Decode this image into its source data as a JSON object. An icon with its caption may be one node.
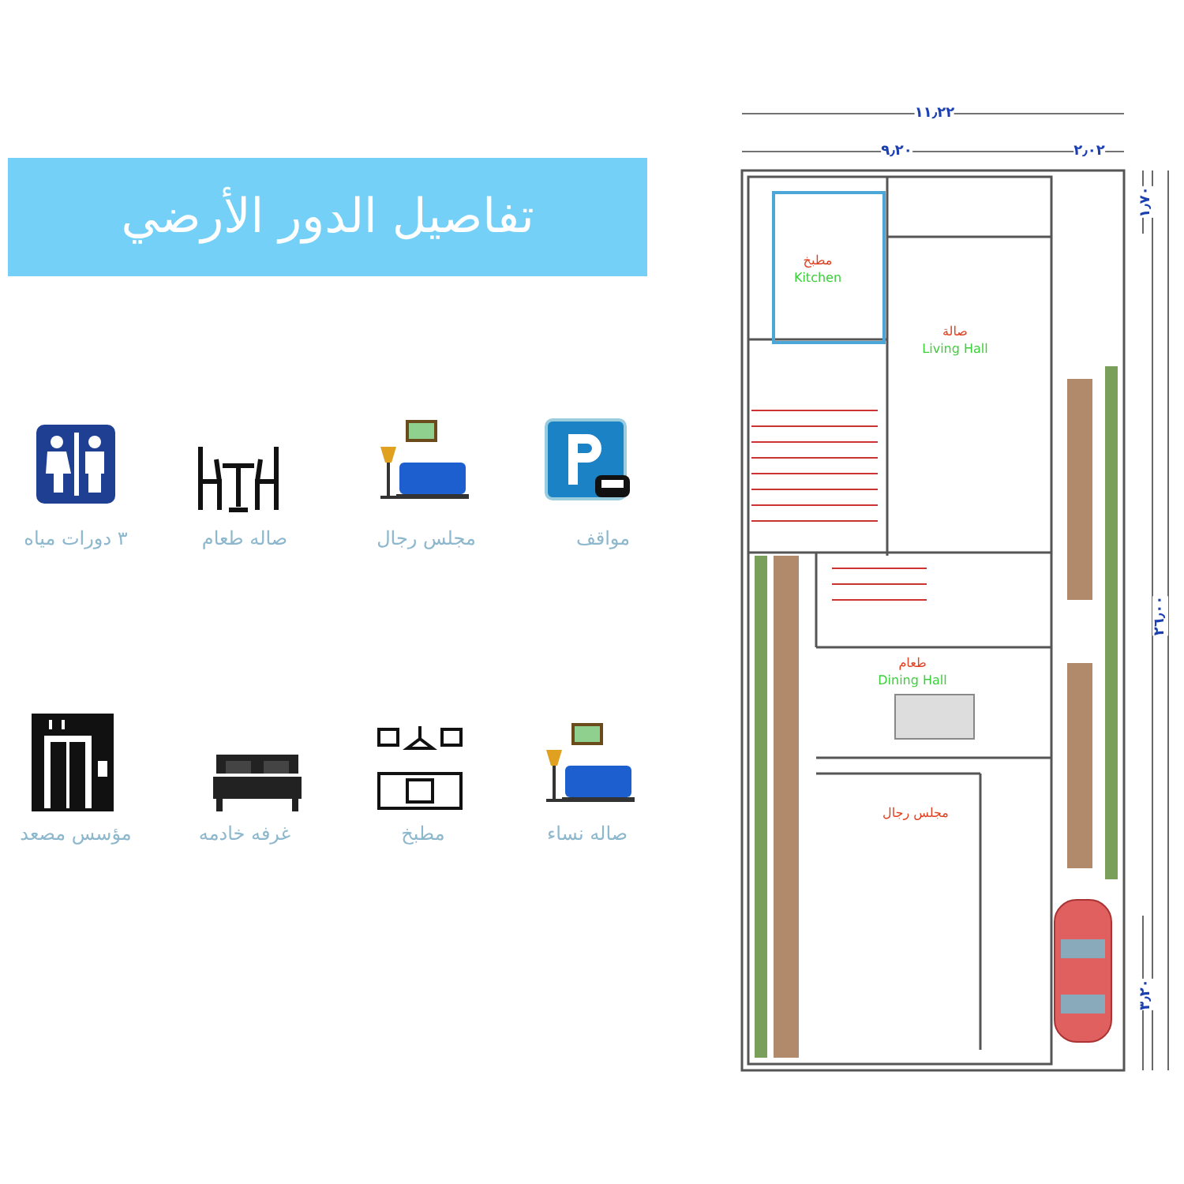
{
  "diagram": {
    "title": "تفاصيل الدور الأرضي",
    "labels": [
      "مواقف",
      "مجلس رجال",
      "صاله طعام",
      "٣ دورات مياه",
      "صاله نساء",
      "مطبخ",
      "غرفه خادمه",
      "مؤسس مصعد",
      "١١٫٢٢",
      "٩٫٢٠",
      "٢٫٠٢",
      "١٫٧٠",
      "مطبخ",
      "Kitchen",
      "صالة",
      "Living Hall",
      "٢٦٫٠٠",
      "طعام",
      "Dining Hall",
      "مجلس رجال",
      "٣٫٢٠"
    ]
  }
}
